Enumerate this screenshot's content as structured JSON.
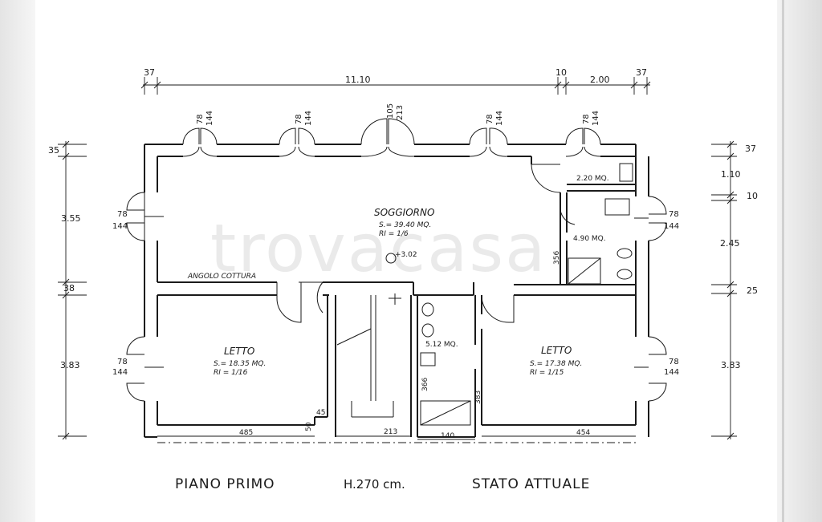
{
  "watermark": "trovacasa",
  "title": {
    "floor": "PIANO PRIMO",
    "height": "H.270 cm.",
    "status": "STATO ATTUALE"
  },
  "rooms": {
    "soggiorno": {
      "name": "SOGGIORNO",
      "area": "S.= 39.40 MQ.",
      "ri": "RI = 1/6"
    },
    "letto_left": {
      "name": "LETTO",
      "area": "S.= 18.35 MQ.",
      "ri": "RI = 1/16"
    },
    "letto_right": {
      "name": "LETTO",
      "area": "S.= 17.38 MQ.",
      "ri": "RI = 1/15"
    },
    "wc_small": {
      "area": "2.20 MQ."
    },
    "bath_right": {
      "area": "4.90 MQ."
    },
    "bath_center": {
      "area": "5.12 MQ."
    },
    "kitchen_label": "ANGOLO COTTURA",
    "level_mark": "+3.02"
  },
  "dimensions_top": [
    "37",
    "11.10",
    "10",
    "2.00",
    "37"
  ],
  "dimensions_left": [
    "35",
    "3.55",
    "38",
    "3.83"
  ],
  "dimensions_right": [
    "37",
    "1.10",
    "10",
    "2.45",
    "25",
    "3.83"
  ],
  "windows": {
    "w1": [
      "78",
      "144"
    ],
    "w2": [
      "78",
      "144"
    ],
    "w3": [
      "105",
      "213"
    ],
    "w4": [
      "78",
      "144"
    ],
    "w5": [
      "78",
      "144"
    ],
    "w_left_top": [
      "78",
      "144"
    ],
    "w_left_bottom": [
      "78",
      "144"
    ],
    "w_right_top": [
      "78",
      "144"
    ],
    "w_right_bottom": [
      "78",
      "144"
    ]
  },
  "interior_dims": {
    "d485": "485",
    "d50": "50",
    "d45": "45",
    "d213": "213",
    "d140": "140",
    "d454": "454",
    "d356": "356",
    "d366": "366",
    "d383": "383"
  }
}
